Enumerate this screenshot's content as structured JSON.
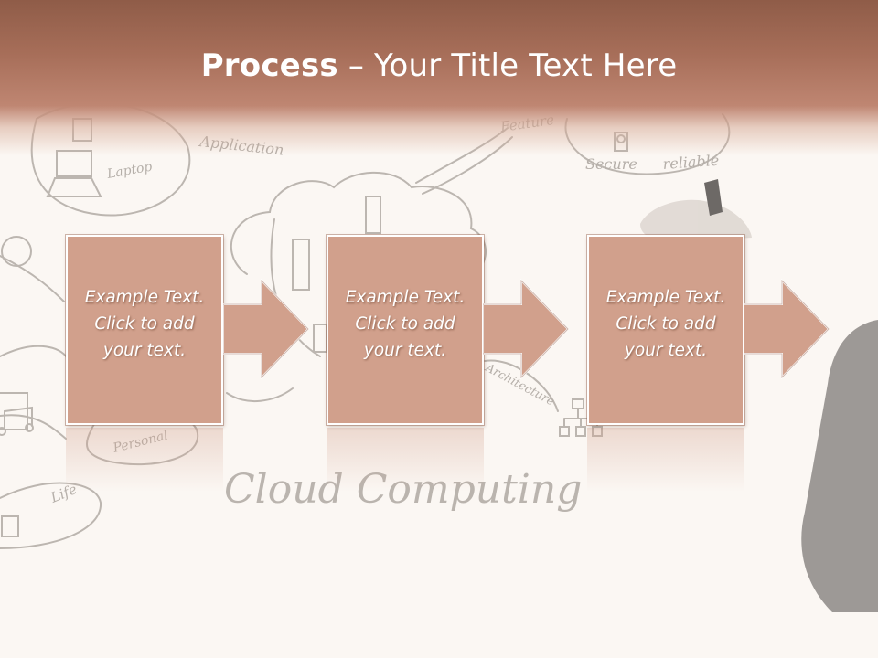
{
  "slide": {
    "title_bold": "Process",
    "title_rest": " – Your Title Text Here",
    "steps": [
      {
        "text": "Example Text.\nClick  to add\nyour text."
      },
      {
        "text": "Example Text.\nClick  to add\nyour text."
      },
      {
        "text": "Example Text.\nClick  to add\nyour text."
      }
    ]
  },
  "background_sketch": {
    "labels": [
      "Application",
      "Laptop",
      "Feature",
      "Secure",
      "reliable",
      "Personal",
      "Life",
      "Architecture",
      "Cloud Computing"
    ]
  },
  "colors": {
    "header_dark": "#8f5c48",
    "header_light": "#bf8672",
    "box_fill": "#d1a08c",
    "arrow_fill": "#d1a08c",
    "sketch_line": "#bcb6b0",
    "background": "#fbf7f3"
  }
}
